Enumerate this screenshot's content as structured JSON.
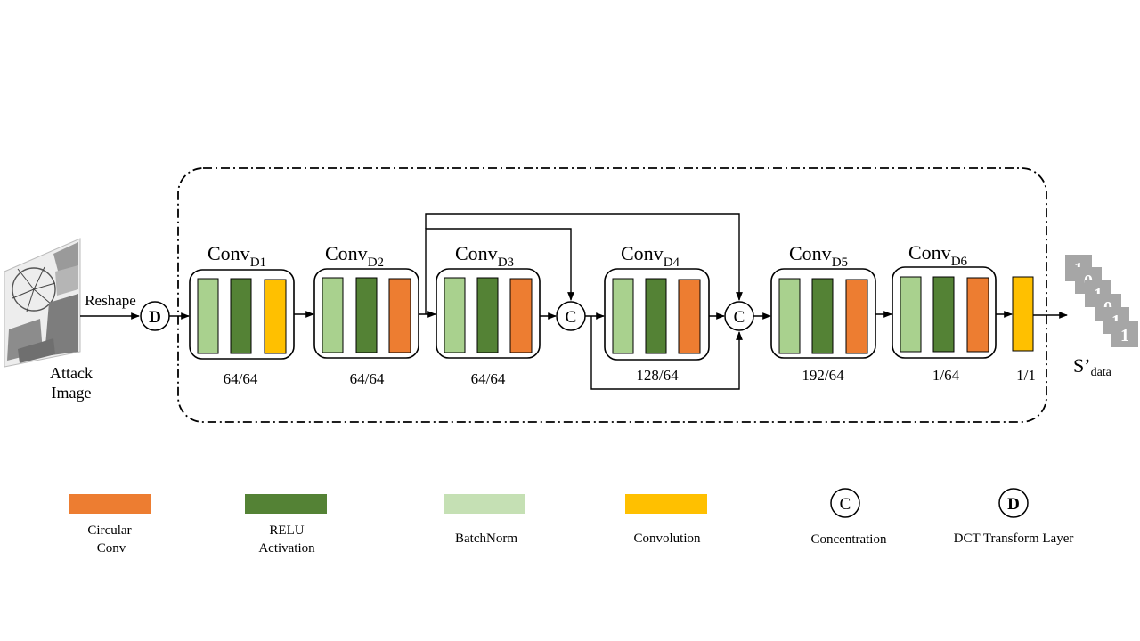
{
  "input": {
    "label_line1": "Attack",
    "label_line2": "Image",
    "reshape_label": "Reshape"
  },
  "blocks": [
    {
      "base": "Conv",
      "sub": "D1",
      "channels": "64/64"
    },
    {
      "base": "Conv",
      "sub": "D2",
      "channels": "64/64"
    },
    {
      "base": "Conv",
      "sub": "D3",
      "channels": "64/64"
    },
    {
      "base": "Conv",
      "sub": "D4",
      "channels": "128/64"
    },
    {
      "base": "Conv",
      "sub": "D5",
      "channels": "192/64"
    },
    {
      "base": "Conv",
      "sub": "D6",
      "channels": "1/64"
    }
  ],
  "final_conv": {
    "channels": "1/1"
  },
  "nodes": {
    "dct_symbol": "D",
    "concat_symbol": "C"
  },
  "output": {
    "label_base": "S’",
    "label_sub": "data",
    "bits": [
      "1",
      "0",
      "1",
      "0",
      "1",
      "1"
    ]
  },
  "legend": {
    "circular_line1": "Circular",
    "circular_line2": "Conv",
    "relu_line1": "RELU",
    "relu_line2": "Activation",
    "batchnorm": "BatchNorm",
    "convolution": "Convolution",
    "concentration": "Concentration",
    "concentration_symbol": "C",
    "dct": "DCT Transform Layer",
    "dct_symbol": "D"
  },
  "colors": {
    "batchnorm": "#a9d18e",
    "relu": "#548235",
    "circular_conv": "#ed7d31",
    "convolution": "#ffc000",
    "legend_batchnorm": "#c5e0b4",
    "bit_tile": "#a6a6a6"
  }
}
